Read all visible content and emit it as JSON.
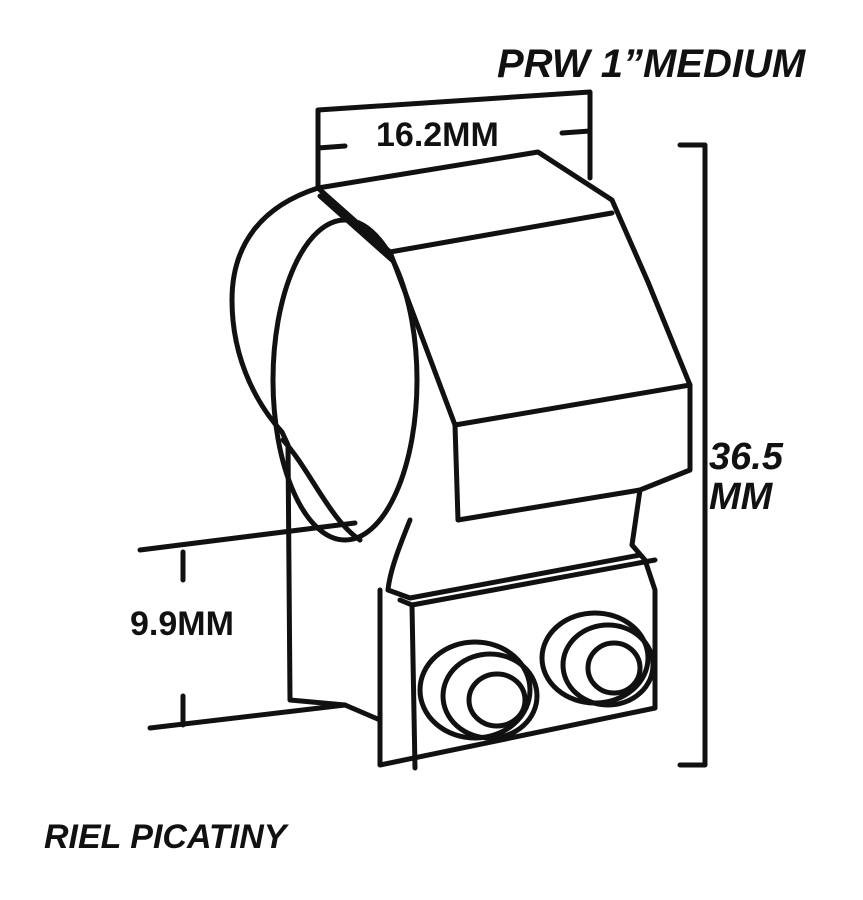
{
  "title": "PRW 1”MEDIUM",
  "dimensions": {
    "width": "16.2MM",
    "height": "36.5\nMM",
    "rail_height": "9.9MM"
  },
  "rail_label": "RIEL PICATINY",
  "colors": {
    "stroke": "#111111",
    "background": "#ffffff"
  }
}
